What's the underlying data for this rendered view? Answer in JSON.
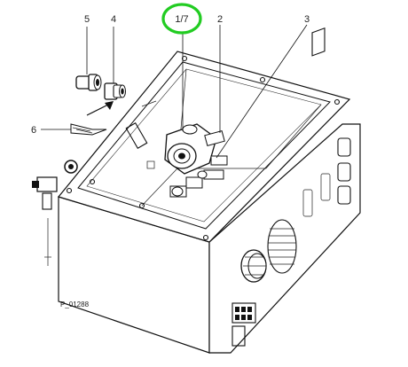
{
  "callouts": [
    {
      "id": "5",
      "text": "5"
    },
    {
      "id": "4",
      "text": "4"
    },
    {
      "id": "1",
      "text": "1/7"
    },
    {
      "id": "2",
      "text": "2"
    },
    {
      "id": "3",
      "text": "3"
    },
    {
      "id": "6",
      "text": "6"
    }
  ],
  "figure_code": "P_01288",
  "highlight_color": "#22cc22"
}
